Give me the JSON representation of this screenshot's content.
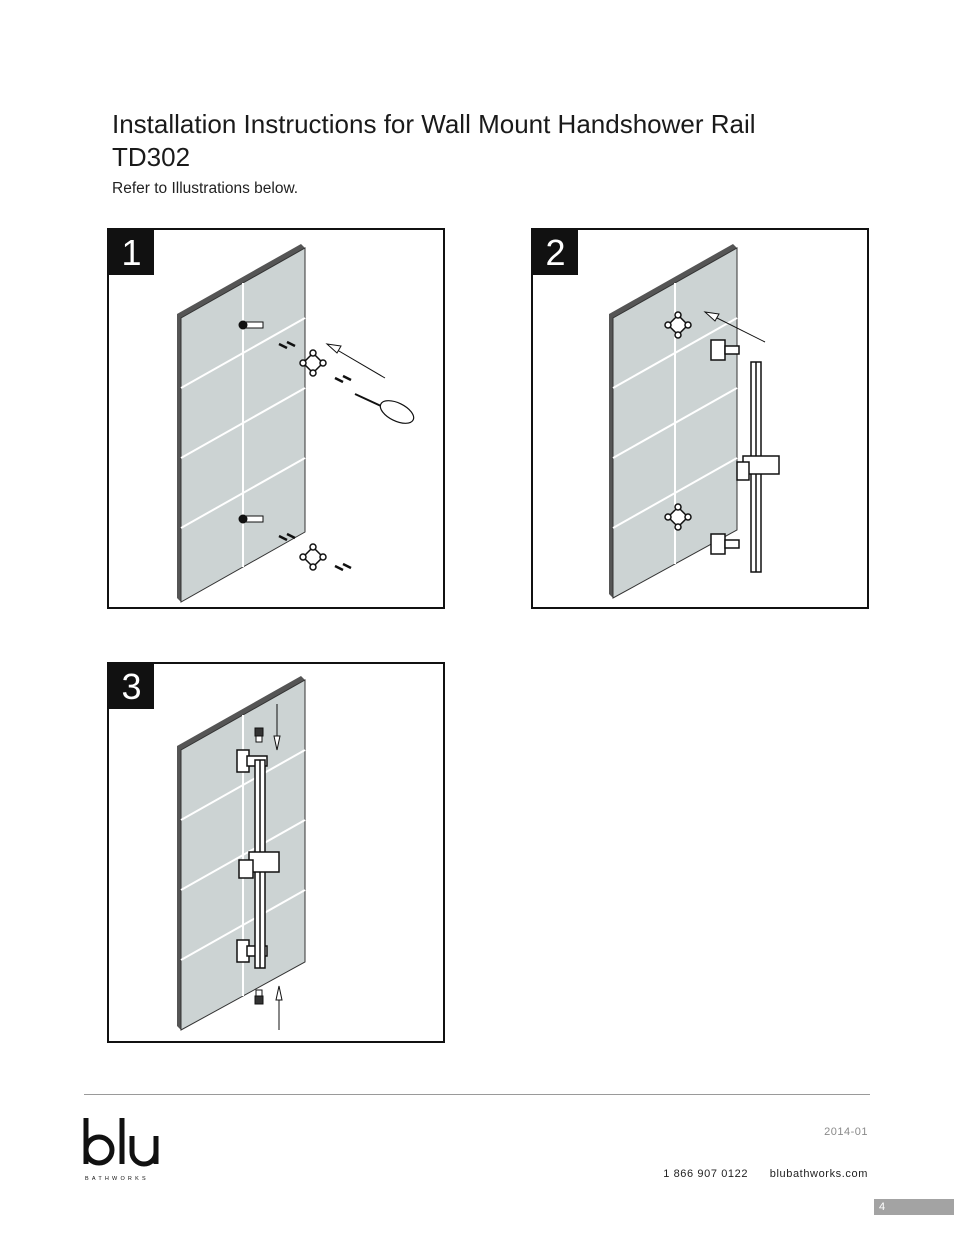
{
  "header": {
    "title_line1": "Installation Instructions for Wall Mount Handshower Rail",
    "title_line2": "TD302",
    "subtitle": "Refer to Illustrations below."
  },
  "steps": [
    {
      "number": "1"
    },
    {
      "number": "2"
    },
    {
      "number": "3"
    }
  ],
  "footer": {
    "brand": "blu",
    "brand_tagline": "BATHWORKS",
    "date": "2014-01",
    "phone": "1 866 907 0122",
    "website": "blubathworks.com",
    "page_number": "4"
  },
  "colors": {
    "wall": "#ccd3d3",
    "ink": "#111111",
    "page_tab": "#a3a3a3"
  }
}
